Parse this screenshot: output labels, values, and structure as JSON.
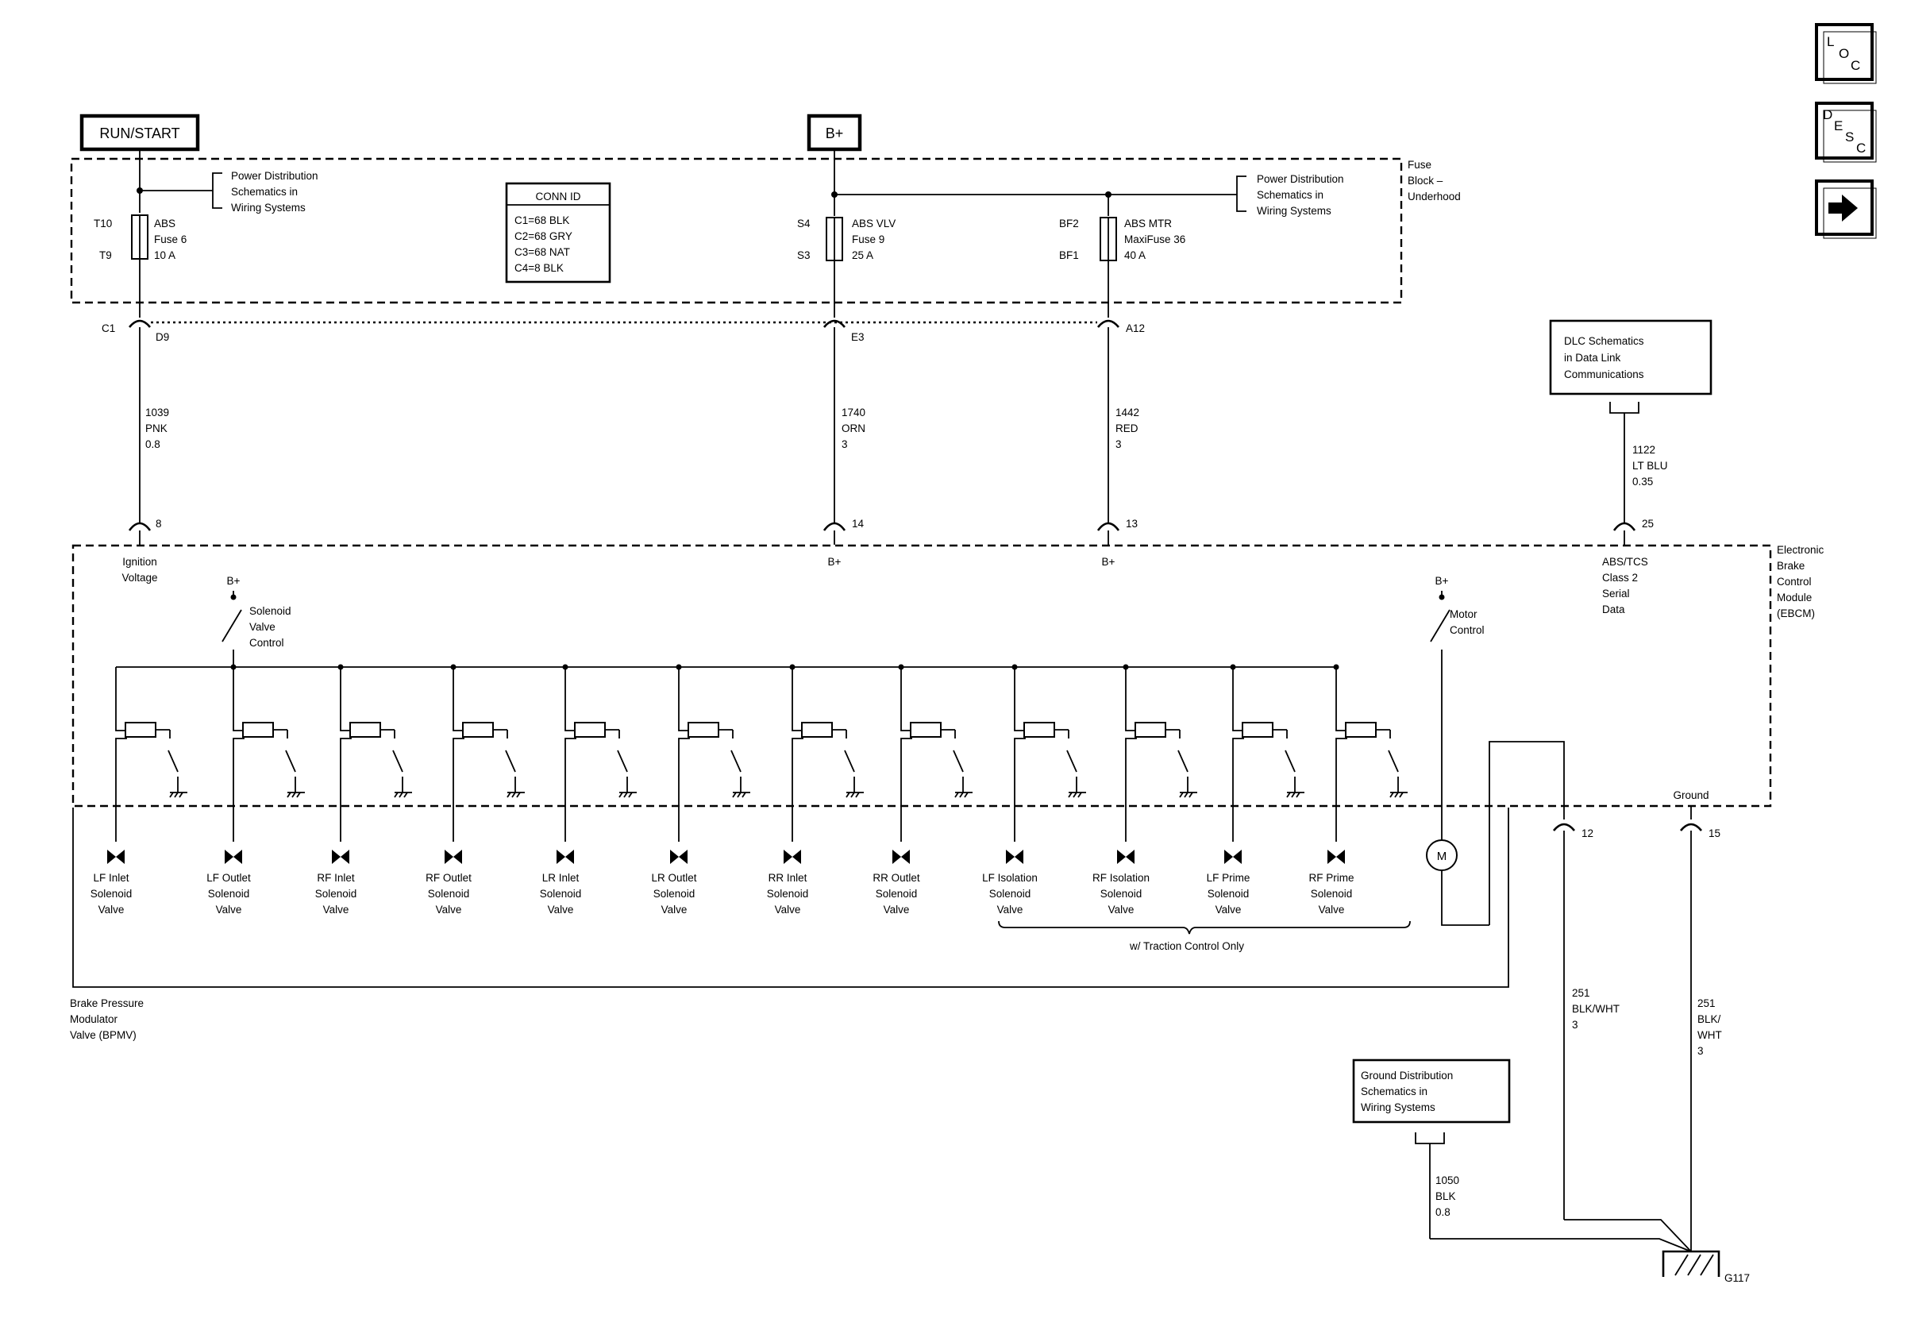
{
  "sources": {
    "run_start": "RUN/START",
    "bplus": "B+"
  },
  "fuse_block": {
    "label": [
      "Fuse",
      "Block –",
      "Underhood"
    ],
    "pd_left": [
      "Power Distribution",
      "Schematics in",
      "Wiring  Systems"
    ],
    "pd_right": [
      "Power Distribution",
      "Schematics in",
      "Wiring  Systems"
    ],
    "conn_id": {
      "title": "CONN ID",
      "rows": [
        "C1=68 BLK",
        "C2=68 GRY",
        "C3=68 NAT",
        "C4=8 BLK"
      ]
    },
    "fuses": [
      {
        "top": "T10",
        "bottom": "T9",
        "lines": [
          "ABS",
          "Fuse 6",
          "10 A"
        ]
      },
      {
        "top": "S4",
        "bottom": "S3",
        "lines": [
          "ABS VLV",
          "Fuse 9",
          "25 A"
        ]
      },
      {
        "top": "BF2",
        "bottom": "BF1",
        "lines": [
          "ABS MTR",
          "MaxiFuse 36",
          "40 A"
        ]
      }
    ]
  },
  "connectors": {
    "c1": "C1",
    "d9": "D9",
    "e3": "E3",
    "a12": "A12"
  },
  "wires": [
    {
      "lines": [
        "1039",
        "PNK",
        "0.8"
      ]
    },
    {
      "lines": [
        "1740",
        "ORN",
        "3"
      ]
    },
    {
      "lines": [
        "1442",
        "RED",
        "3"
      ]
    },
    {
      "lines": [
        "1122",
        "LT BLU",
        "0.35"
      ]
    },
    {
      "lines": [
        "251",
        "BLK/WHT",
        "3"
      ]
    },
    {
      "lines": [
        "251",
        "BLK/",
        "WHT",
        "3"
      ]
    },
    {
      "lines": [
        "1050",
        "BLK",
        "0.8"
      ]
    }
  ],
  "dlc_box": [
    "DLC Schematics",
    "in Data Link",
    "Communications"
  ],
  "ground_box": [
    "Ground Distribution",
    "Schematics in",
    "Wiring Systems"
  ],
  "pins": {
    "p8": "8",
    "p14": "14",
    "p13": "13",
    "p25": "25",
    "p12": "12",
    "p15": "15"
  },
  "ebcm": {
    "label": [
      "Electronic",
      "Brake",
      "Control",
      "Module",
      "(EBCM)"
    ],
    "ignition": [
      "Ignition",
      "Voltage"
    ],
    "bplus_14": "B+",
    "bplus_13": "B+",
    "serial": [
      "ABS/TCS",
      "Class 2",
      "Serial",
      "Data"
    ],
    "solenoid_bplus": "B+",
    "solenoid_ctrl": [
      "Solenoid",
      "Valve",
      "Control"
    ],
    "motor_bplus": "B+",
    "motor_ctrl": [
      "Motor",
      "Control"
    ],
    "ground": "Ground",
    "motor_symbol": "M"
  },
  "valves": [
    [
      "LF Inlet",
      "Solenoid",
      "Valve"
    ],
    [
      "LF Outlet",
      "Solenoid",
      "Valve"
    ],
    [
      "RF Inlet",
      "Solenoid",
      "Valve"
    ],
    [
      "RF Outlet",
      "Solenoid",
      "Valve"
    ],
    [
      "LR Inlet",
      "Solenoid",
      "Valve"
    ],
    [
      "LR Outlet",
      "Solenoid",
      "Valve"
    ],
    [
      "RR Inlet",
      "Solenoid",
      "Valve"
    ],
    [
      "RR Outlet",
      "Solenoid",
      "Valve"
    ],
    [
      "LF Isolation",
      "Solenoid",
      "Valve"
    ],
    [
      "RF Isolation",
      "Solenoid",
      "Valve"
    ],
    [
      "LF Prime",
      "Solenoid",
      "Valve"
    ],
    [
      "RF Prime",
      "Solenoid",
      "Valve"
    ]
  ],
  "traction_note": "w/ Traction Control Only",
  "bpmv": [
    "Brake Pressure",
    "Modulator",
    "Valve (BPMV)"
  ],
  "ground_id": "G117",
  "nav": {
    "loc": [
      "L",
      "O",
      "C"
    ],
    "desc": [
      "D",
      "E",
      "S",
      "C"
    ],
    "next_icon": "arrow-right-icon"
  }
}
